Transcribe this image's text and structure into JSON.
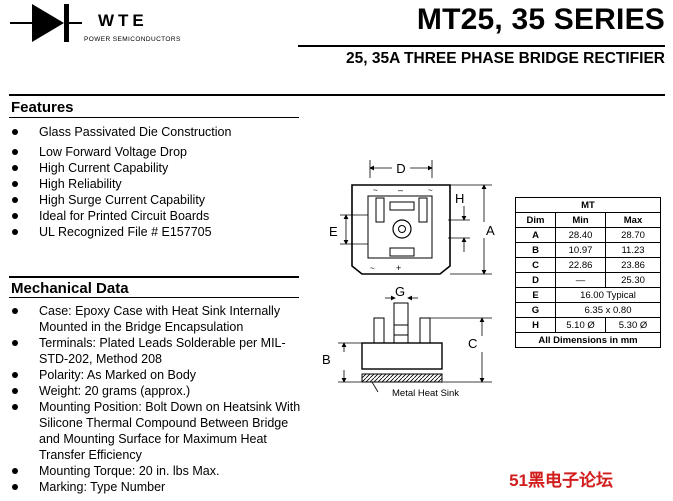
{
  "header": {
    "logo_text": "WTE",
    "logo_subtext": "POWER SEMICONDUCTORS",
    "title": "MT25, 35 SERIES",
    "subtitle": "25, 35A THREE PHASE BRIDGE RECTIFIER"
  },
  "features": {
    "heading": "Features",
    "items": [
      "Glass Passivated Die Construction",
      "Low Forward Voltage Drop",
      "High Current Capability",
      "High Reliability",
      "High Surge Current Capability",
      "Ideal for Printed Circuit Boards",
      "UL Recognized File # E157705"
    ]
  },
  "mechanical": {
    "heading": "Mechanical Data",
    "items": [
      "Case: Epoxy Case with Heat Sink Internally Mounted in the Bridge Encapsulation",
      "Terminals: Plated Leads Solderable per MIL-STD-202, Method 208",
      "Polarity: As Marked on Body",
      "Weight: 20 grams (approx.)",
      "Mounting Position: Bolt Down on Heatsink With Silicone Thermal Compound Between Bridge and Mounting Surface for Maximum Heat Transfer Efficiency",
      "Mounting Torque: 20 in. lbs Max.",
      "Marking: Type Number"
    ]
  },
  "diagram": {
    "label_d": "D",
    "label_h": "H",
    "label_e": "E",
    "label_a": "A",
    "label_g": "G",
    "label_b": "B",
    "label_c": "C",
    "minus_sign": "–",
    "plus_sign": "+",
    "tilde_sign": "~",
    "heat_sink_label": "Metal Heat Sink"
  },
  "table": {
    "group_header": "MT",
    "columns": [
      "Dim",
      "Min",
      "Max"
    ],
    "rows": [
      {
        "dim": "A",
        "min": "28.40",
        "max": "28.70"
      },
      {
        "dim": "B",
        "min": "10.97",
        "max": "11.23"
      },
      {
        "dim": "C",
        "min": "22.86",
        "max": "23.86"
      },
      {
        "dim": "D",
        "min": "—",
        "max": "25.30"
      },
      {
        "dim": "E",
        "typical": "16.00 Typical"
      },
      {
        "dim": "G",
        "typical": "6.35 x 0.80"
      },
      {
        "dim": "H",
        "min": "5.10 Ø",
        "max": "5.30 Ø"
      }
    ],
    "footer": "All Dimensions in mm"
  },
  "watermark": "51黑电子论坛"
}
